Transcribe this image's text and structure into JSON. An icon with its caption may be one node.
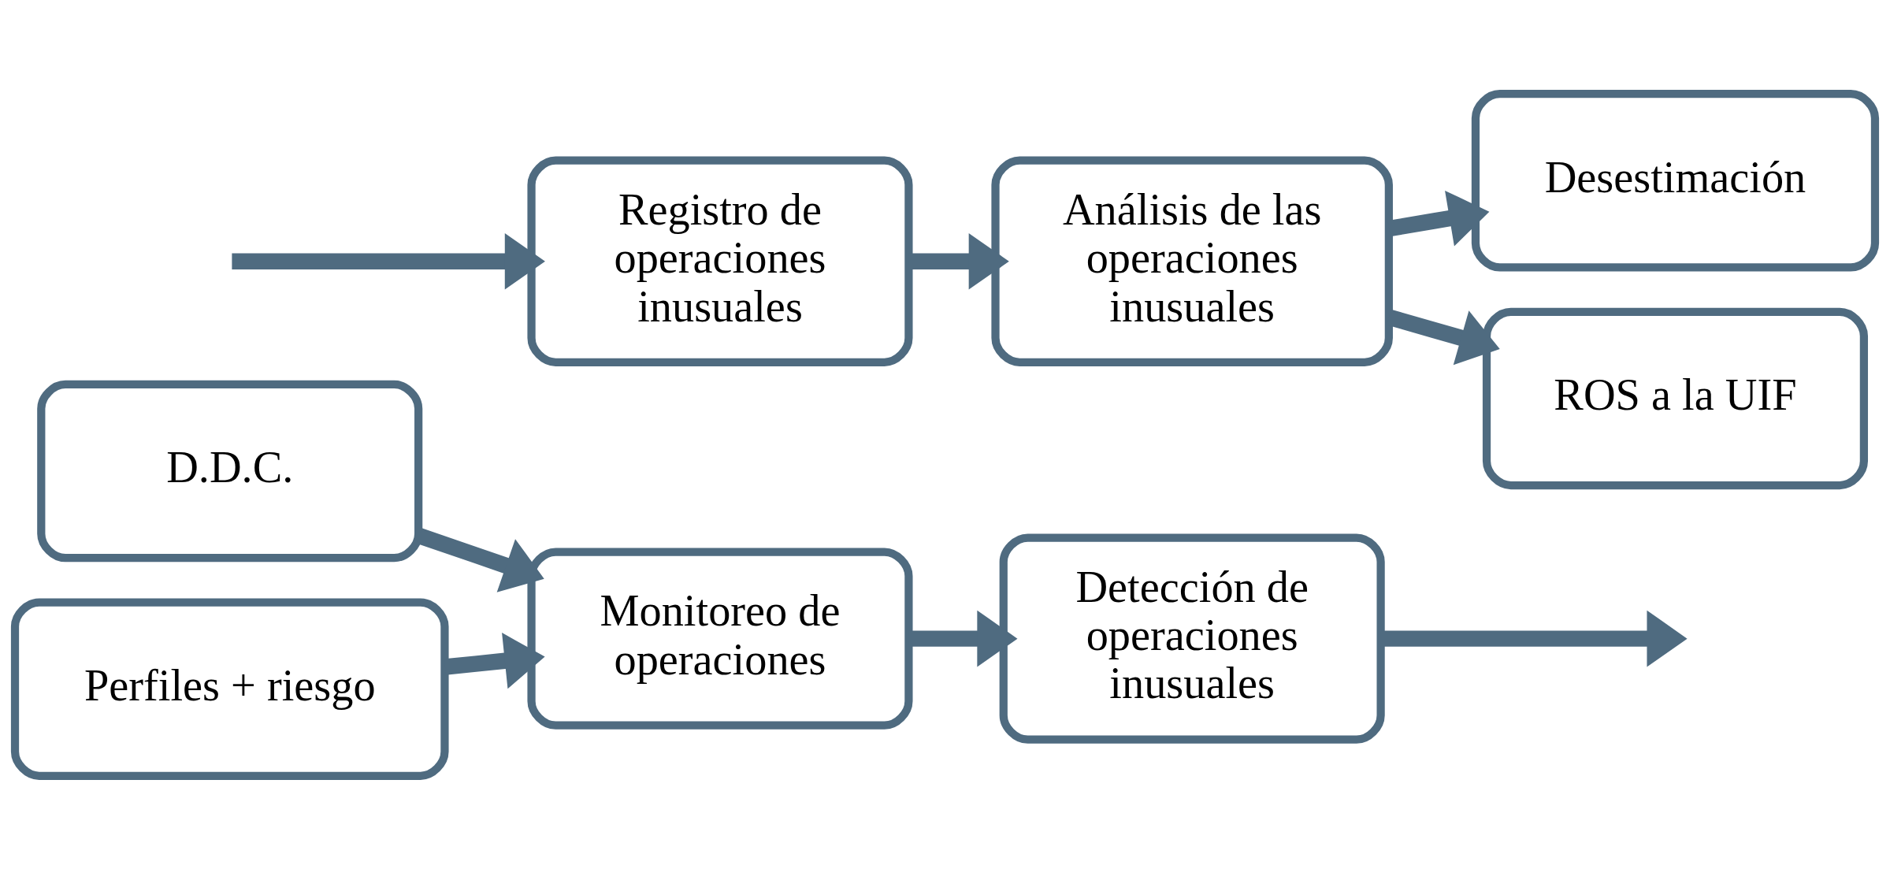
{
  "diagram": {
    "nodes": [
      {
        "text": [
          "D.D.C."
        ]
      },
      {
        "text": [
          "Perfiles + riesgo"
        ]
      },
      {
        "text": [
          "Monitoreo de operaciones"
        ]
      },
      {
        "text": [
          "Detección de operaciones inusuales"
        ]
      },
      {
        "text": [
          "Registro de operaciones inusuales"
        ]
      },
      {
        "text": [
          "Análisis de las operaciones inusuales"
        ]
      },
      {
        "text": [
          "Desestimación"
        ]
      },
      {
        "text": [
          "ROS a la UIF"
        ]
      }
    ],
    "edges": [
      {
        "from": 0,
        "to": 2,
        "arrow": "to"
      },
      {
        "from": 1,
        "to": 2,
        "arrow": "to"
      },
      {
        "from": 2,
        "to": 3,
        "arrow": "to"
      },
      {
        "from": 3,
        "to": null,
        "arrow": "to"
      },
      {
        "from": null,
        "to": 4,
        "arrow": "to"
      },
      {
        "from": 4,
        "to": 5,
        "arrow": "to"
      },
      {
        "from": 5,
        "to": 6,
        "arrow": "to"
      },
      {
        "from": 5,
        "to": 7,
        "arrow": "to"
      }
    ]
  }
}
